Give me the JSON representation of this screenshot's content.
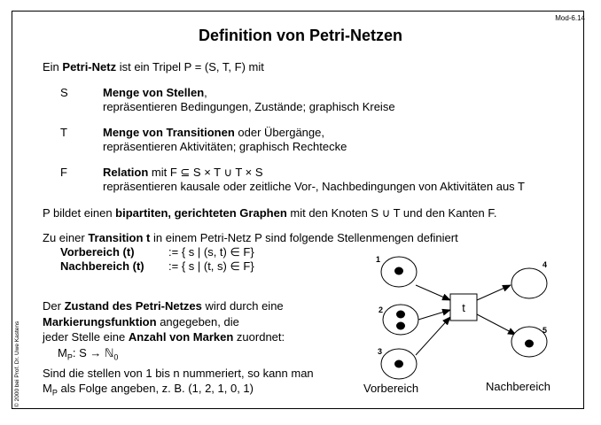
{
  "slide_code": "Mod-6.14",
  "title": "Definition von Petri-Netzen",
  "intro": {
    "a": "Ein ",
    "b": "Petri-Netz",
    "c": " ist ein Tripel P = (S, T, F) mit"
  },
  "items": [
    {
      "symbol": "S",
      "bold": "Menge von Stellen",
      "rest": ",",
      "line2": "repräsentieren Bedingungen, Zustände; graphisch Kreise"
    },
    {
      "symbol": "T",
      "bold": "Menge von Transitionen",
      "rest": " oder Übergänge,",
      "line2": "repräsentieren Aktivitäten; graphisch Rechtecke"
    },
    {
      "symbol": "F",
      "bold": "Relation",
      "rest": " mit F ⊆ S × T ∪ T × S",
      "line2": "repräsentieren kausale oder zeitliche Vor-, Nachbedingungen von Aktivitäten aus T"
    }
  ],
  "bipartite": {
    "a": "P bildet einen ",
    "b": "bipartiten, gerichteten Graphen",
    "c": " mit den Knoten S ∪ T und den Kanten F."
  },
  "transition_intro": {
    "a": "Zu einer ",
    "b": "Transition t",
    "c": " in einem Petri-Netz P sind folgende Stellenmengen definiert"
  },
  "vorbereich": {
    "label": "Vorbereich (t)",
    "def": ":= { s | (s, t) ∈ F}"
  },
  "nachbereich": {
    "label": "Nachbereich (t)",
    "def": ":= { s | (t, s) ∈ F}"
  },
  "zustand": {
    "l1a": "Der ",
    "l1b": "Zustand des Petri-Netzes",
    "l1c": " wird durch eine",
    "l2a": "Markierungsfunktion",
    "l2b": " angegeben, die",
    "l3a": "jeder Stelle eine ",
    "l3b": "Anzahl von Marken",
    "l3c": " zuordnet:",
    "formula_a": "M",
    "formula_sub": "P",
    "formula_b": ": S → ℕ",
    "formula_sub2": "0",
    "l5": "Sind die stellen von 1 bis n nummeriert, so kann man",
    "l6a": "M",
    "l6sub": "P",
    "l6b": " als Folge angeben, z. B.   (1, 2, 1, 0, 1)"
  },
  "diagram": {
    "place_labels": [
      "1",
      "2",
      "3",
      "4",
      "5"
    ],
    "tokens": [
      1,
      2,
      1,
      0,
      1
    ],
    "transition_label": "t",
    "vorbereich_label": "Vorbereich",
    "nachbereich_label": "Nachbereich"
  },
  "copyright": "© 2000 bei Prof. Dr. Uwe Kastens"
}
